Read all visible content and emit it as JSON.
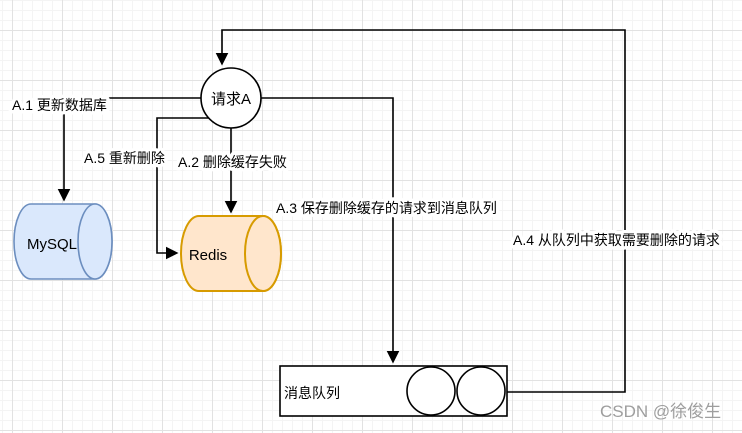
{
  "diagram": {
    "nodes": {
      "request_a": {
        "label": "请求A"
      },
      "mysql": {
        "label": "MySQL",
        "fill": "#dae8fc",
        "stroke": "#6c8ebf"
      },
      "redis": {
        "label": "Redis",
        "fill": "#ffe6cc",
        "stroke": "#d79b00"
      },
      "message_queue": {
        "label": "消息队列",
        "fill": "#ffffff",
        "stroke": "#000000"
      }
    },
    "edges": {
      "a1": {
        "label": "A.1 更新数据库",
        "color": "#000000"
      },
      "a2": {
        "label": "A.2 删除缓存失败",
        "color": "#ff0000"
      },
      "a3": {
        "label": "A.3 保存删除缓存的请求到消息队列",
        "color": "#000000"
      },
      "a4": {
        "label": "A.4 从队列中获取需要删除的请求",
        "color": "#000000"
      },
      "a5": {
        "label": "A.5 重新删除",
        "color": "#000000"
      }
    },
    "line_color": "#000000",
    "watermark": "CSDN @徐俊生"
  }
}
